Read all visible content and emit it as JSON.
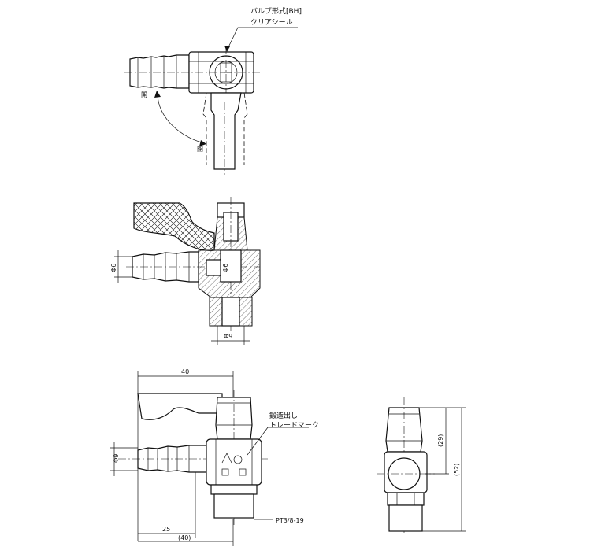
{
  "labels": {
    "valve_type": "バルブ形式[BH]",
    "clear_seal": "クリアシール",
    "open": "開",
    "closed": "閉",
    "forged_mark": "鍛造出し",
    "trademark": "トレードマーク",
    "thread": "PT3/8-19"
  },
  "dims": {
    "phi6_left": "Φ6",
    "phi6_inner": "Φ6",
    "phi9_bottom": "Φ9",
    "phi9_front": "Φ9",
    "width_40": "40",
    "len_25": "25",
    "len_40_ref": "(40)",
    "h_29": "(29)",
    "h_52": "(52)"
  },
  "colors": {
    "line": "#111111",
    "background": "#ffffff"
  }
}
